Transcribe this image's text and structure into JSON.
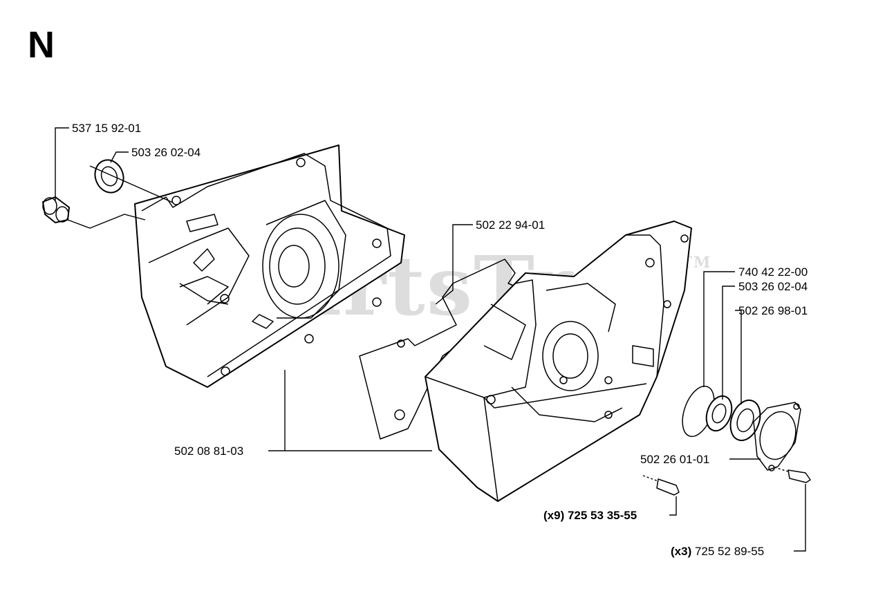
{
  "diagram": {
    "section_letter": "N",
    "watermark": {
      "text": "PartsTree",
      "mark": "TM"
    },
    "parts": [
      {
        "id": "p1",
        "label": "537 15 92-01"
      },
      {
        "id": "p2",
        "label": "503 26 02-04"
      },
      {
        "id": "p3",
        "label": "502 22 94-01"
      },
      {
        "id": "p4",
        "label": "740 42 22-00"
      },
      {
        "id": "p5",
        "label": "503 26 02-04"
      },
      {
        "id": "p6",
        "label": "502 26 98-01"
      },
      {
        "id": "p7",
        "label": "502 08 81-03"
      },
      {
        "id": "p8",
        "label": "502 26 01-01"
      },
      {
        "id": "p9",
        "qty": "(x9)",
        "label": "725 53 35-55"
      },
      {
        "id": "p10",
        "qty": "(x3)",
        "label": "725 52 89-55"
      }
    ]
  }
}
